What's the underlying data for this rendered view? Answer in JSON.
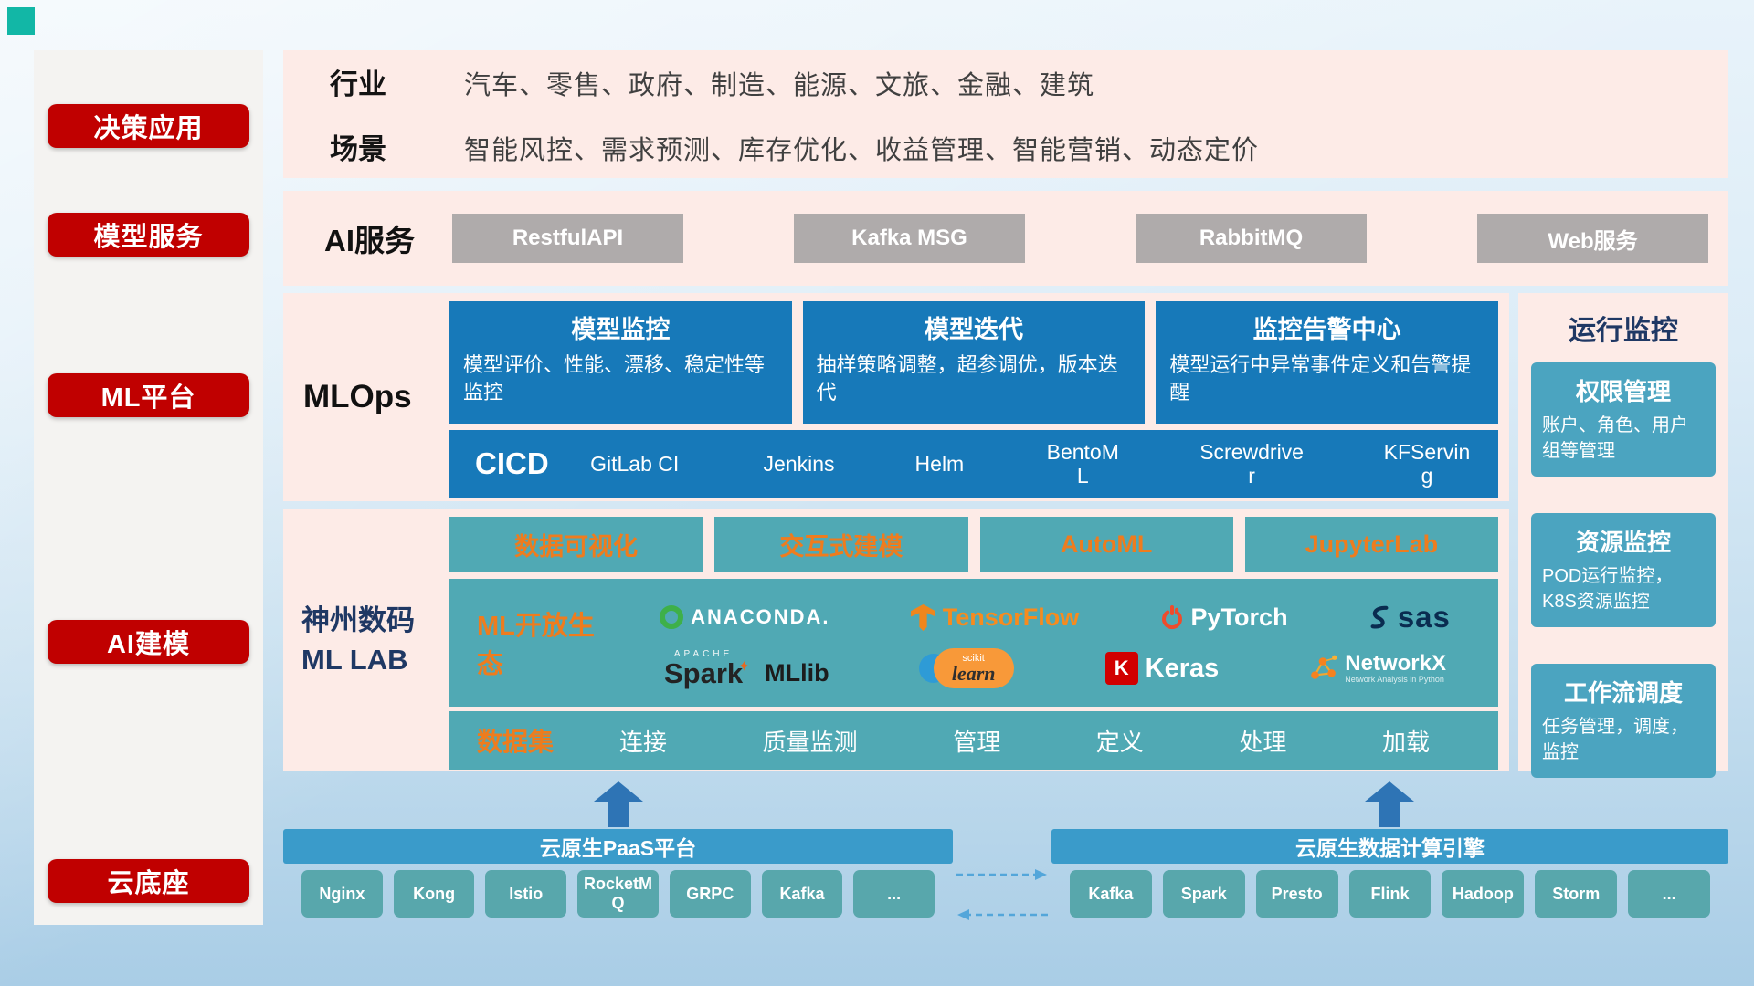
{
  "sidebar": {
    "items": [
      {
        "label": "决策应用"
      },
      {
        "label": "模型服务"
      },
      {
        "label": "ML平台"
      },
      {
        "label": "AI建模"
      },
      {
        "label": "云底座"
      }
    ]
  },
  "industry": {
    "row1_label": "行业",
    "row1_text": "汽车、零售、政府、制造、能源、文旅、金融、建筑",
    "row2_label": "场景",
    "row2_text": "智能风控、需求预测、库存优化、收益管理、智能营销、动态定价"
  },
  "ai_service": {
    "label": "AI服务",
    "buttons": [
      {
        "label": "RestfulAPI"
      },
      {
        "label": "Kafka MSG"
      },
      {
        "label": "RabbitMQ"
      },
      {
        "label": "Web服务"
      }
    ]
  },
  "mlops": {
    "label": "MLOps",
    "cards": [
      {
        "title": "模型监控",
        "desc": "模型评价、性能、漂移、稳定性等监控"
      },
      {
        "title": "模型迭代",
        "desc": "抽样策略调整，超参调优，版本迭代"
      },
      {
        "title": "监控告警中心",
        "desc": "模型运行中异常事件定义和告警提醒"
      }
    ],
    "cicd_label": "CICD",
    "cicd_items": [
      {
        "label": "GitLab CI"
      },
      {
        "label": "Jenkins"
      },
      {
        "label": "Helm"
      },
      {
        "label": "BentoML"
      },
      {
        "label": "Screwdriver"
      },
      {
        "label": "KFServing"
      }
    ]
  },
  "monitoring": {
    "title": "运行监控",
    "cards": [
      {
        "title": "权限管理",
        "desc": "账户、角色、用户组等管理"
      },
      {
        "title": "资源监控",
        "desc": "POD运行监控，K8S资源监控"
      },
      {
        "title": "工作流调度",
        "desc": "任务管理，调度，监控"
      }
    ]
  },
  "mllab": {
    "label_line1": "神州数码",
    "label_line2": "ML LAB",
    "tools": [
      {
        "label": "数据可视化"
      },
      {
        "label": "交互式建模"
      },
      {
        "label": "AutoML"
      },
      {
        "label": "JupyterLab"
      }
    ],
    "ecosystem_label": "ML开放生态",
    "logos": {
      "anaconda": "ANACONDA.",
      "tensorflow": "TensorFlow",
      "pytorch": "PyTorch",
      "sas": "sas",
      "spark_apache": "APACHE",
      "spark": "Spark",
      "mllib": "MLlib",
      "sklearn_top": "scikit",
      "sklearn": "learn",
      "keras_k": "K",
      "keras": "Keras",
      "networkx": "NetworkX",
      "networkx_sub": "Network Analysis in Python"
    },
    "dataset_label": "数据集",
    "dataset_items": [
      {
        "label": "连接"
      },
      {
        "label": "质量监测"
      },
      {
        "label": "管理"
      },
      {
        "label": "定义"
      },
      {
        "label": "处理"
      },
      {
        "label": "加载"
      }
    ]
  },
  "foundation": {
    "paas_title": "云原生PaaS平台",
    "paas_items": [
      {
        "label": "Nginx"
      },
      {
        "label": "Kong"
      },
      {
        "label": "Istio"
      },
      {
        "label": "RocketMQ"
      },
      {
        "label": "GRPC"
      },
      {
        "label": "Kafka"
      },
      {
        "label": "..."
      }
    ],
    "compute_title": "云原生数据计算引擎",
    "compute_items": [
      {
        "label": "Kafka"
      },
      {
        "label": "Spark"
      },
      {
        "label": "Presto"
      },
      {
        "label": "Flink"
      },
      {
        "label": "Hadoop"
      },
      {
        "label": "Storm"
      },
      {
        "label": "..."
      }
    ]
  },
  "icons": {
    "spark_star": "✦"
  },
  "colors": {
    "accent_red": "#c00000",
    "panel_pink": "#fdebe7",
    "card_blue": "#1779b9",
    "teal": "#50a9b4",
    "teal_blue": "#4ba4c0",
    "orange": "#ee7c1e",
    "gray_button": "#afabab",
    "bar_blue": "#3a9bca",
    "chip_teal": "#58a7ac",
    "navy": "#1f3864"
  }
}
